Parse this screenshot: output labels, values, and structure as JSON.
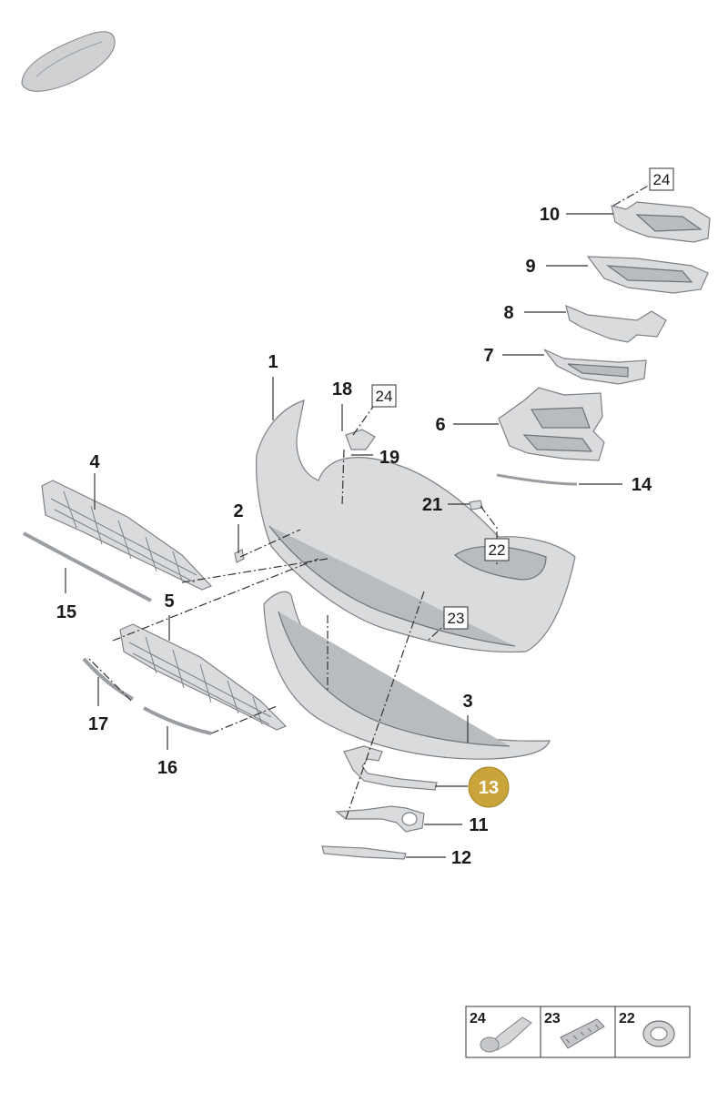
{
  "callouts": {
    "c1": "1",
    "c2": "2",
    "c3": "3",
    "c4": "4",
    "c5": "5",
    "c6": "6",
    "c7": "7",
    "c8": "8",
    "c9": "9",
    "c10": "10",
    "c11": "11",
    "c12": "12",
    "c13": "13",
    "c14": "14",
    "c15": "15",
    "c16": "16",
    "c17": "17",
    "c18": "18",
    "c19": "19",
    "c21": "21"
  },
  "boxed_refs": {
    "b24_top": "24",
    "b24_mid": "24",
    "b22": "22",
    "b23": "23"
  },
  "legend": {
    "items": [
      {
        "label": "24",
        "icon": "bolt-icon"
      },
      {
        "label": "23",
        "icon": "clip-icon"
      },
      {
        "label": "22",
        "icon": "ring-icon"
      }
    ]
  },
  "highlight": {
    "color": "#c9a43a"
  }
}
